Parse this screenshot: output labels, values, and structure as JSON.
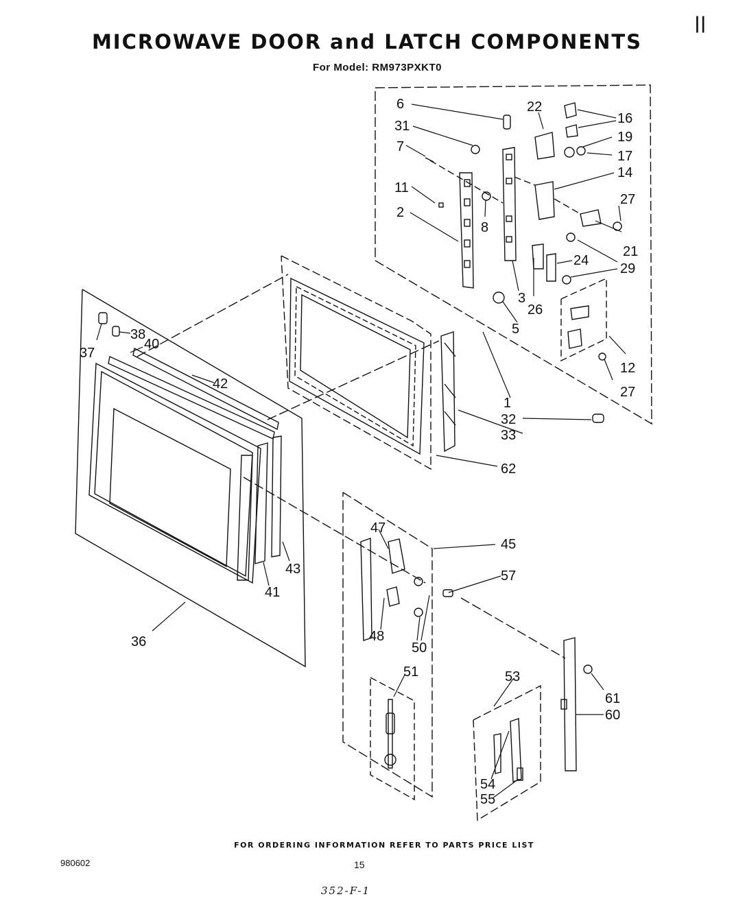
{
  "header": {
    "title": "MICROWAVE DOOR and LATCH COMPONENTS",
    "model_line": "For Model: RM973PXKT0",
    "corner_mark": "||"
  },
  "callouts": [
    "6",
    "22",
    "16",
    "31",
    "19",
    "7",
    "17",
    "14",
    "11",
    "27",
    "2",
    "8",
    "21",
    "29",
    "24",
    "3",
    "26",
    "5",
    "12",
    "37",
    "38",
    "40",
    "42",
    "1",
    "27",
    "32",
    "33",
    "62",
    "47",
    "45",
    "57",
    "43",
    "41",
    "48",
    "50",
    "36",
    "51",
    "53",
    "61",
    "60",
    "54",
    "55"
  ],
  "footer": {
    "ordering_note": "FOR ORDERING INFORMATION REFER TO PARTS PRICE LIST",
    "doc_number": "980602",
    "page_number": "15",
    "handwritten_ref": "352-F-1"
  }
}
